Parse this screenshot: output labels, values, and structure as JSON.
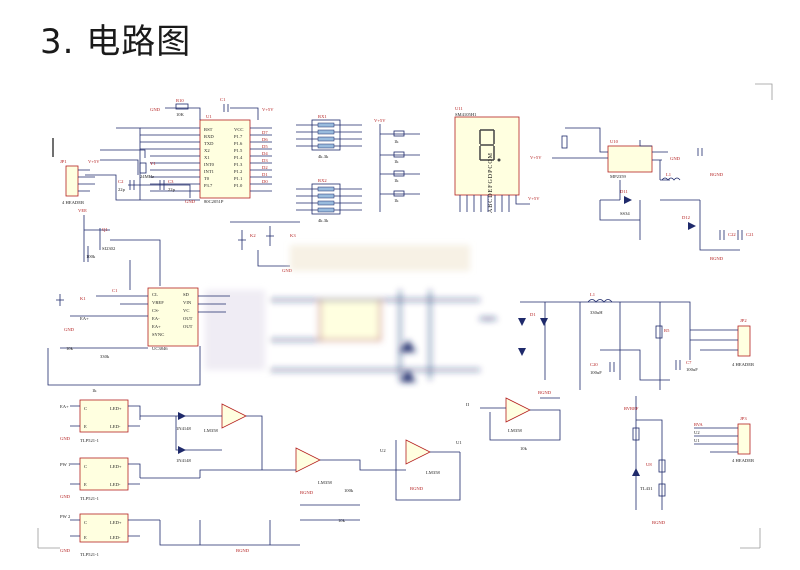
{
  "slide": {
    "title": "3. 电路图"
  },
  "labels": {
    "gnd": "GND",
    "bgnd": "BGND",
    "vcc5": "V+5V",
    "vee": "VEE",
    "mcu_ref": "U1",
    "mcu_part": "80C2051P",
    "crystal": "Y1",
    "crystal_freq": "24MHz",
    "c2": "C2",
    "c3": "C3",
    "c2_val": "22p",
    "c3_val": "22p",
    "r10": "R10",
    "r10_val": "10K",
    "c1": "C1",
    "rx1": "RX1",
    "rx2": "RX2",
    "rx_val": "4k.3k",
    "p1": "JP1",
    "p1_part": "4 HEADER",
    "p2": "JP2",
    "p2_part": "4 HEADER",
    "p3": "JP3",
    "p3_part": "4 HEADER",
    "seg_ref": "U11",
    "seg_part": "SM4105H1",
    "seg_pins": "ABCDEFGDPCOM",
    "u10": "U10",
    "u10_part": "MP2359",
    "d11": "D11",
    "d11_part": "SS34",
    "d12": "D12",
    "l1": "L1",
    "l1_val": "22uH",
    "c21": "C21",
    "c22": "C22",
    "ic_cl": "UC3846",
    "q1": "Q1",
    "q1_part": "SI2302",
    "k1": "K1",
    "k2": "K2",
    "k3": "K3",
    "r1k": "1k",
    "r10k": "10k",
    "r100k": "100k",
    "r330k": "330k",
    "lm358": "LM358",
    "opto1": "TLP521-1",
    "opto2": "TLP521-1",
    "opto3": "TLP521-1",
    "u8": "U8",
    "u8_part": "TL431",
    "in4148": "1N4148",
    "led_p": "LED+",
    "led_n": "LED-",
    "c_pin": "C",
    "e_pin": "E",
    "ea": "EA+",
    "pw1": "PW 1",
    "pw2": "PW 2",
    "u2": "U2",
    "u1o": "U1",
    "ii": "II",
    "rvr": "RVA",
    "ref": "RVREF",
    "cl": "C1",
    "c20": "C20",
    "c20_val": "100uF",
    "c7": "C7",
    "c7_val": "100uF",
    "d1": "D1",
    "r5": "R5",
    "l2": "L1",
    "l2_val": "330uH"
  }
}
